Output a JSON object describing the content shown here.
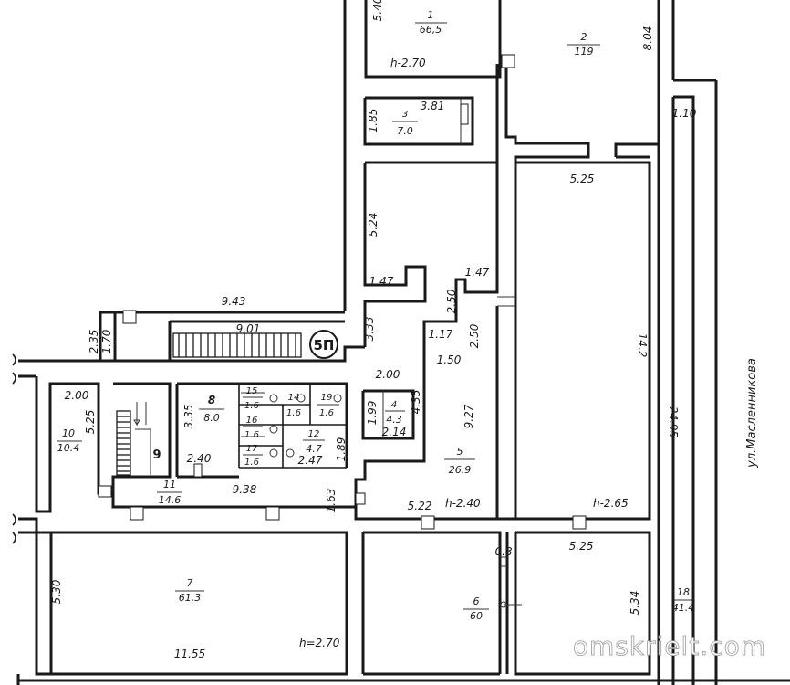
{
  "street": "ул.Масленникова",
  "watermark": "omskrielt.com",
  "marker": "5П",
  "rooms": [
    {
      "id": "r1",
      "num": "1",
      "area": "66,5"
    },
    {
      "id": "r2",
      "num": "2",
      "area": "119"
    },
    {
      "id": "r3",
      "num": "3",
      "area": "7.0"
    },
    {
      "id": "r4",
      "num": "4",
      "area": "4.3"
    },
    {
      "id": "r5",
      "num": "5",
      "area": "26.9"
    },
    {
      "id": "r6",
      "num": "6",
      "area": "60"
    },
    {
      "id": "r7",
      "num": "7",
      "area": "61,3"
    },
    {
      "id": "r8",
      "num": "8",
      "area": "8.0"
    },
    {
      "id": "r9",
      "num": "9",
      "area": ""
    },
    {
      "id": "r10",
      "num": "10",
      "area": "10.4"
    },
    {
      "id": "r11",
      "num": "11",
      "area": "14.6"
    },
    {
      "id": "r12",
      "num": "12",
      "area": "4.7"
    },
    {
      "id": "r14",
      "num": "14",
      "area": "1.6"
    },
    {
      "id": "r15",
      "num": "15",
      "area": "1.6"
    },
    {
      "id": "r16",
      "num": "16",
      "area": "1.6"
    },
    {
      "id": "r17",
      "num": "17",
      "area": "1.6"
    },
    {
      "id": "r18",
      "num": "18",
      "area": "41.4"
    },
    {
      "id": "r19",
      "num": "19",
      "area": "1.6"
    }
  ],
  "heights": {
    "r1": "h-2.70",
    "r5": "h-2.40",
    "rsouth": "h-2.65",
    "r7": "h=2.70"
  },
  "dims": {
    "d540": "5.40",
    "d804": "8.04",
    "d110": "1.10",
    "d381": "3.81",
    "d185": "1.85",
    "d525a": "5.25",
    "d524": "5.24",
    "d147a": "1.47",
    "d147b": "1.47",
    "d250a": "2.50",
    "d250b": "2.50",
    "d943": "9.43",
    "d901": "9.01",
    "d235": "2.35",
    "d170": "1.70",
    "d333": "3.33",
    "d117": "1.17",
    "d150": "1.50",
    "d142": "14.2",
    "d2495": "24.95",
    "d200a": "2.00",
    "d525b": "5.25",
    "d335": "3.35",
    "d240": "2.40",
    "d938": "9.38",
    "d247": "2.47",
    "d189": "1.89",
    "d163": "1.63",
    "d200b": "2.00",
    "d199": "1.99",
    "d214": "2.14",
    "d435": "4.35",
    "d927": "9.27",
    "d522": "5.22",
    "d525c": "5.25",
    "d08": "0.8",
    "d530": "5.30",
    "d534": "5.34",
    "d1155": "11.55"
  }
}
